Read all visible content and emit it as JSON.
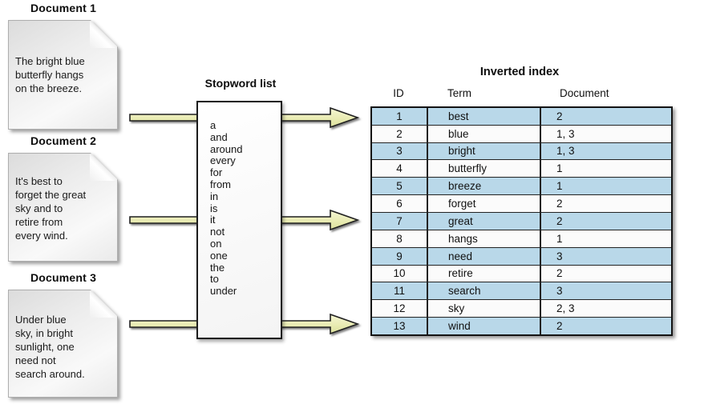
{
  "documents": [
    {
      "title": "Document 1",
      "text": "The bright blue\nbutterfly hangs\non the breeze."
    },
    {
      "title": "Document 2",
      "text": "It's best to\nforget the great\nsky and to\nretire from\nevery wind."
    },
    {
      "title": "Document 3",
      "text": "Under blue\nsky, in bright\nsunlight, one\nneed not\nsearch around."
    }
  ],
  "stopword_list": {
    "title": "Stopword list",
    "words": [
      "a",
      "and",
      "around",
      "every",
      "for",
      "from",
      "in",
      "is",
      "it",
      "not",
      "on",
      "one",
      "the",
      "to",
      "under"
    ]
  },
  "inverted_index": {
    "title": "Inverted index",
    "columns": [
      "ID",
      "Term",
      "Document"
    ],
    "rows": [
      [
        "1",
        "best",
        "2"
      ],
      [
        "2",
        "blue",
        "1, 3"
      ],
      [
        "3",
        "bright",
        "1, 3"
      ],
      [
        "4",
        "butterfly",
        "1"
      ],
      [
        "5",
        "breeze",
        "1"
      ],
      [
        "6",
        "forget",
        "2"
      ],
      [
        "7",
        "great",
        "2"
      ],
      [
        "8",
        "hangs",
        "1"
      ],
      [
        "9",
        "need",
        "3"
      ],
      [
        "10",
        "retire",
        "2"
      ],
      [
        "11",
        "search",
        "3"
      ],
      [
        "12",
        "sky",
        "2, 3"
      ],
      [
        "13",
        "wind",
        "2"
      ]
    ]
  },
  "icons": {
    "flow_arrow": "right-arrow-icon"
  },
  "colors": {
    "row_blue": "#b9d8e9",
    "row_white": "#fbfbfb",
    "arrow_fill_light": "#f3f5cd",
    "arrow_fill_dark": "#dfe3a2",
    "table_border": "#141414"
  }
}
